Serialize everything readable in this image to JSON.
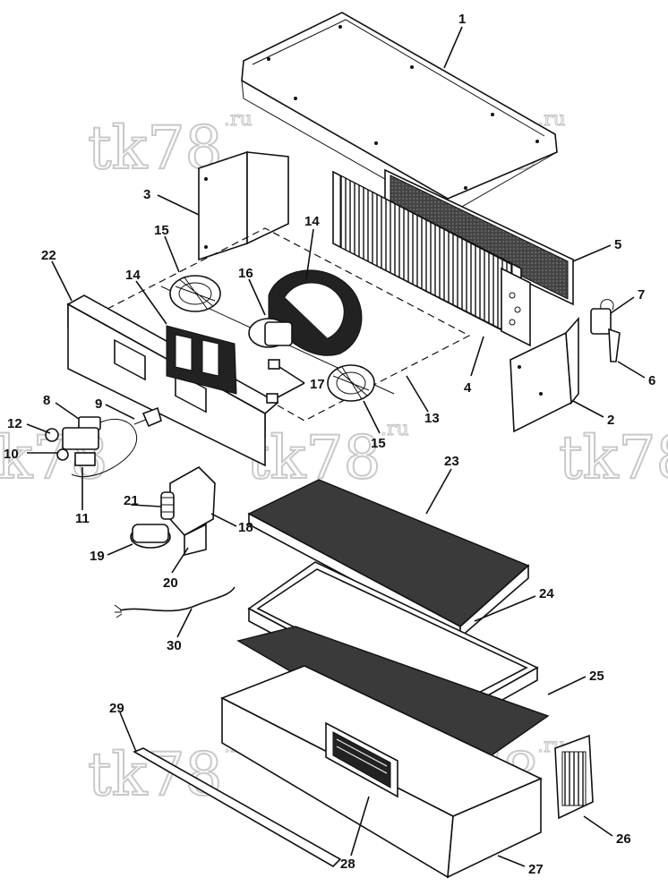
{
  "watermark": {
    "text": "tk78",
    "suffix": ".ru"
  },
  "callouts": [
    {
      "id": "c1",
      "label": "1"
    },
    {
      "id": "c2",
      "label": "2"
    },
    {
      "id": "c3",
      "label": "3"
    },
    {
      "id": "c4",
      "label": "4"
    },
    {
      "id": "c5",
      "label": "5"
    },
    {
      "id": "c6",
      "label": "6"
    },
    {
      "id": "c7",
      "label": "7"
    },
    {
      "id": "c8",
      "label": "8"
    },
    {
      "id": "c9",
      "label": "9"
    },
    {
      "id": "c10",
      "label": "10"
    },
    {
      "id": "c11",
      "label": "11"
    },
    {
      "id": "c12",
      "label": "12"
    },
    {
      "id": "c13",
      "label": "13"
    },
    {
      "id": "c14a",
      "label": "14"
    },
    {
      "id": "c14b",
      "label": "14"
    },
    {
      "id": "c15a",
      "label": "15"
    },
    {
      "id": "c15b",
      "label": "15"
    },
    {
      "id": "c16",
      "label": "16"
    },
    {
      "id": "c17",
      "label": "17"
    },
    {
      "id": "c18",
      "label": "18"
    },
    {
      "id": "c19",
      "label": "19"
    },
    {
      "id": "c20",
      "label": "20"
    },
    {
      "id": "c21",
      "label": "21"
    },
    {
      "id": "c22",
      "label": "22"
    },
    {
      "id": "c23",
      "label": "23"
    },
    {
      "id": "c24",
      "label": "24"
    },
    {
      "id": "c25",
      "label": "25"
    },
    {
      "id": "c26",
      "label": "26"
    },
    {
      "id": "c27",
      "label": "27"
    },
    {
      "id": "c28",
      "label": "28"
    },
    {
      "id": "c29",
      "label": "29"
    },
    {
      "id": "c30",
      "label": "30"
    }
  ]
}
